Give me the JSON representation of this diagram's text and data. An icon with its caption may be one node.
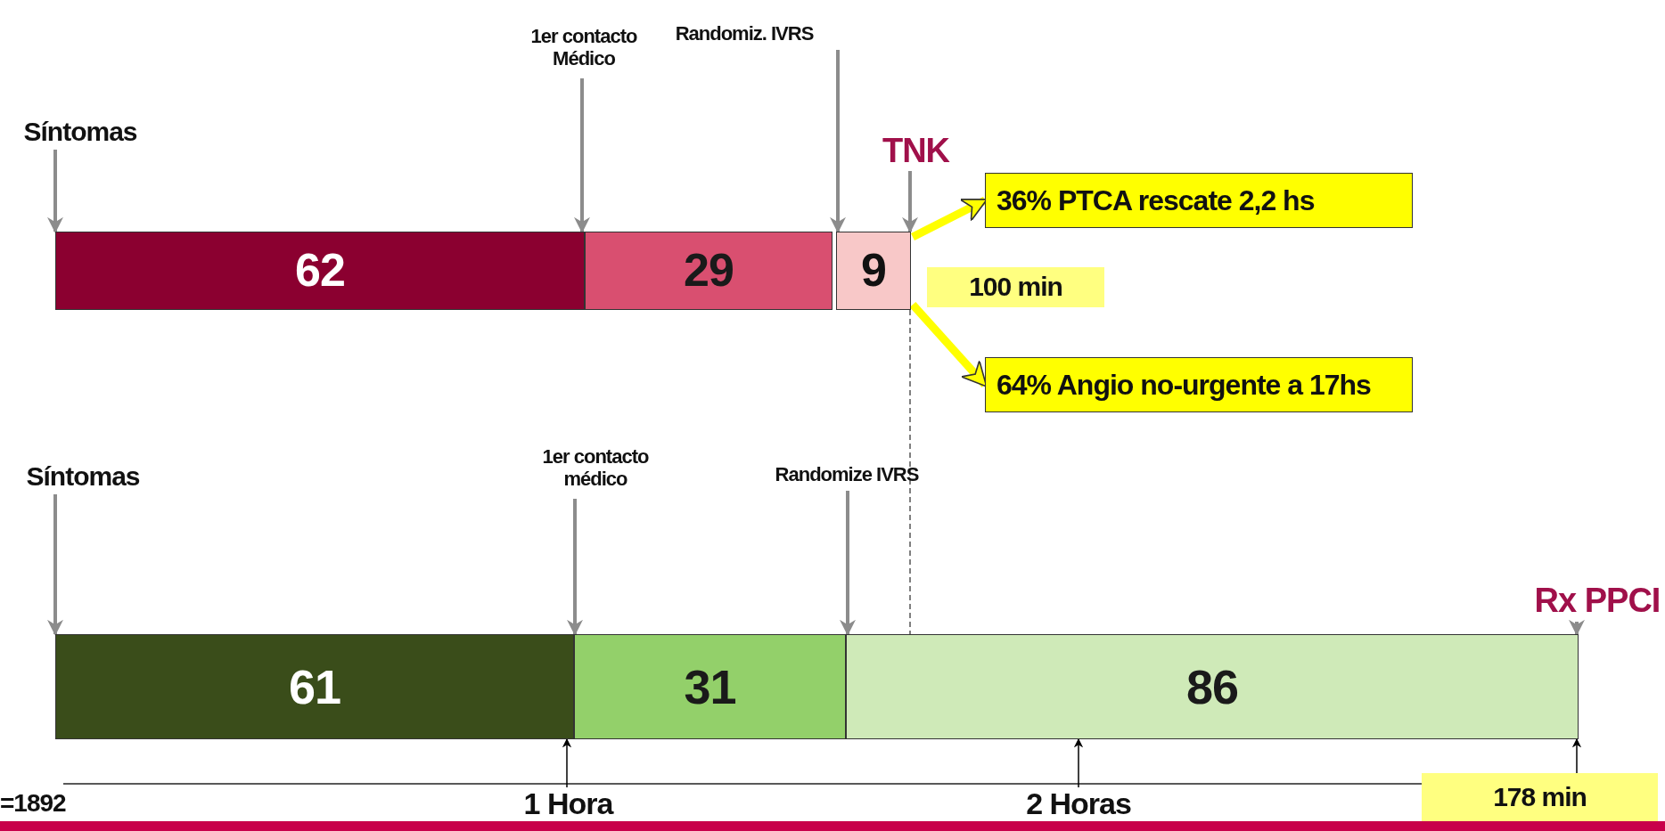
{
  "diagram": {
    "nodes": [
      {
        "text": [
          "Síntomas"
        ]
      },
      {
        "text": [
          "1er contacto Médico"
        ]
      },
      {
        "text": [
          "Randomiz. IVRS"
        ]
      },
      {
        "text": [
          "TNK"
        ]
      },
      {
        "text": [
          "62"
        ]
      },
      {
        "text": [
          "29"
        ]
      },
      {
        "text": [
          "9"
        ]
      },
      {
        "text": [
          "36% PTCA rescate 2,2 hs"
        ]
      },
      {
        "text": [
          "100 min"
        ]
      },
      {
        "text": [
          "64% Angio no-urgente a 17hs"
        ]
      },
      {
        "text": [
          "Síntomas"
        ]
      },
      {
        "text": [
          "1er contacto médico"
        ]
      },
      {
        "text": [
          "Randomize IVRS"
        ]
      },
      {
        "text": [
          "Rx PPCI"
        ]
      },
      {
        "text": [
          "61"
        ]
      },
      {
        "text": [
          "31"
        ]
      },
      {
        "text": [
          "86"
        ]
      },
      {
        "text": [
          "1 Hora"
        ]
      },
      {
        "text": [
          "2 Horas"
        ]
      },
      {
        "text": [
          "178 min"
        ]
      }
    ],
    "edges": [
      {
        "from": 0,
        "to": 4,
        "arrow": "to"
      },
      {
        "from": 1,
        "to": 5,
        "arrow": "to"
      },
      {
        "from": 2,
        "to": 6,
        "arrow": "to"
      },
      {
        "from": 3,
        "to": 6,
        "arrow": "to"
      },
      {
        "from": 6,
        "to": 7,
        "arrow": "to",
        "style": "thick",
        "color": "#ffff00"
      },
      {
        "from": 6,
        "to": 9,
        "arrow": "to",
        "style": "thick",
        "color": "#ffff00"
      },
      {
        "from": 10,
        "to": 14,
        "arrow": "to"
      },
      {
        "from": 11,
        "to": 15,
        "arrow": "to"
      },
      {
        "from": 12,
        "to": 16,
        "arrow": "to"
      },
      {
        "from": 13,
        "to": 16,
        "arrow": "to"
      },
      {
        "from": 6,
        "to": 16,
        "arrow": "none",
        "style": "dashed",
        "color": "#555555"
      },
      {
        "from": 17,
        "to": 14,
        "arrow": "to",
        "color": "#000000"
      },
      {
        "from": 18,
        "to": 16,
        "arrow": "to",
        "color": "#000000"
      },
      {
        "from": 19,
        "to": 16,
        "arrow": "to",
        "color": "#000000"
      }
    ],
    "labels": [
      "=1892"
    ]
  }
}
